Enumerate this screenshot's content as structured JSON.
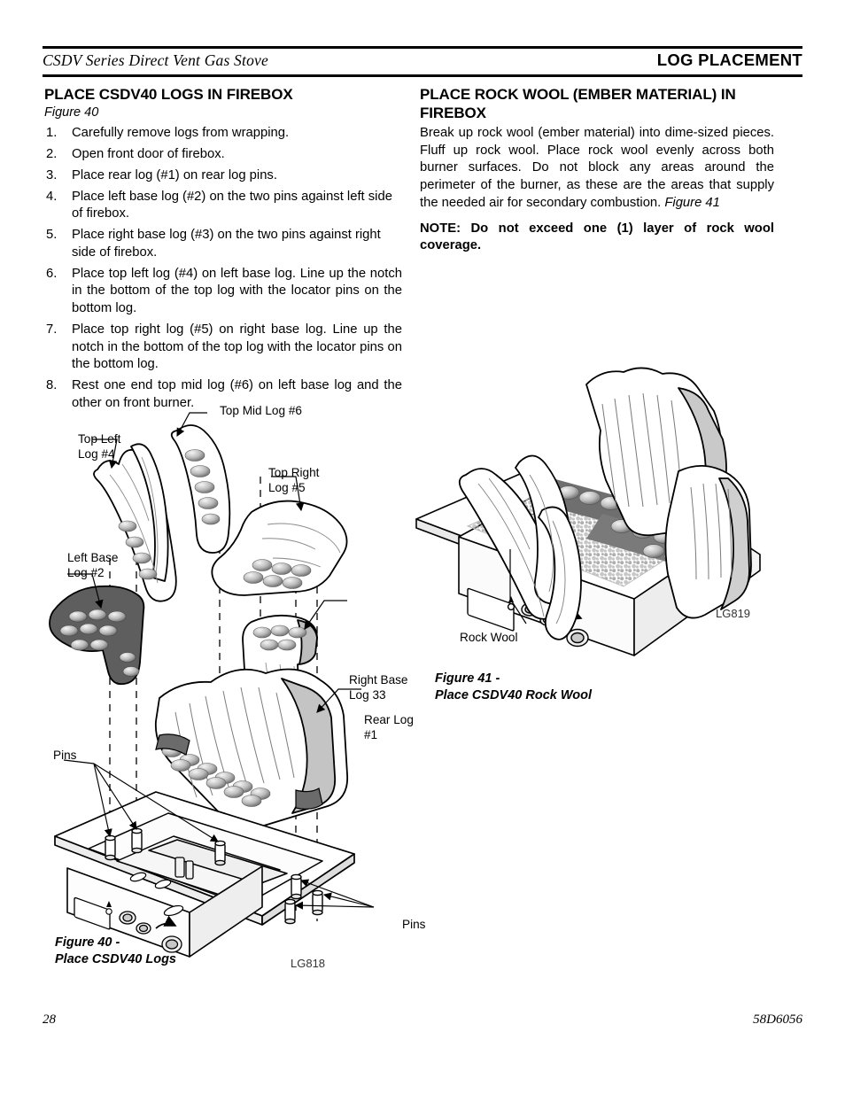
{
  "header": {
    "left_title": "CSDV Series Direct Vent Gas Stove",
    "right_title": "LOG PLACEMENT"
  },
  "left_column": {
    "section_title": "PLACE CSDV40 LOGS IN FIREBOX",
    "figure_reference": "Figure 40",
    "steps": [
      {
        "num": "1.",
        "text": "Carefully remove logs from wrapping."
      },
      {
        "num": "2.",
        "text": "Open front door of firebox."
      },
      {
        "num": "3.",
        "text": "Place rear log (#1) on rear log pins."
      },
      {
        "num": "4.",
        "text": "Place left base log (#2) on the two pins against left side of firebox."
      },
      {
        "num": "5.",
        "text": "Place right base log (#3) on the two pins against right side of firebox."
      },
      {
        "num": "6.",
        "text": "Place top left log (#4) on left base log. Line up the notch in the bottom of the top log with the locator pins on the bottom log."
      },
      {
        "num": "7.",
        "text": "Place top right log (#5) on right base log. Line up the notch in the bottom of the top log with the locator pins on the bottom log."
      },
      {
        "num": "8.",
        "text": "Rest one end top mid log (#6) on left base log and the other on front burner."
      }
    ]
  },
  "right_column": {
    "section_title": "PLACE ROCK WOOL (EMBER MATERIAL) IN FIREBOX",
    "body_text": "Break up rock wool (ember material) into dime-sized pieces. Fluff up rock wool. Place rock wool evenly across both burner surfaces. Do not block any areas around the perimeter of the burner, as these are the areas that supply the needed air for secondary combustion. ",
    "body_figure_reference": "Figure 41",
    "note": "NOTE: Do not exceed one (1) layer of rock wool coverage."
  },
  "figure_40": {
    "caption": "Figure 40 -\nPlace CSDV40 Logs",
    "part_code": "LG818",
    "callouts": {
      "top_mid_log": "Top Mid Log #6",
      "top_left_log": "Top Left\nLog #4",
      "top_right_log": "Top Right\nLog #5",
      "left_base_log": "Left Base\nLog #2",
      "right_base_log": "Right Base\nLog 33",
      "rear_log": "Rear Log\n#1",
      "pins_left": "Pins",
      "pins_right": "Pins"
    }
  },
  "figure_41": {
    "caption": "Figure 41 -\nPlace CSDV40 Rock Wool",
    "part_code": "LG819",
    "callouts": {
      "rock_wool": "Rock Wool"
    }
  },
  "footer": {
    "page_number": "28",
    "document_code": "58D6056"
  }
}
